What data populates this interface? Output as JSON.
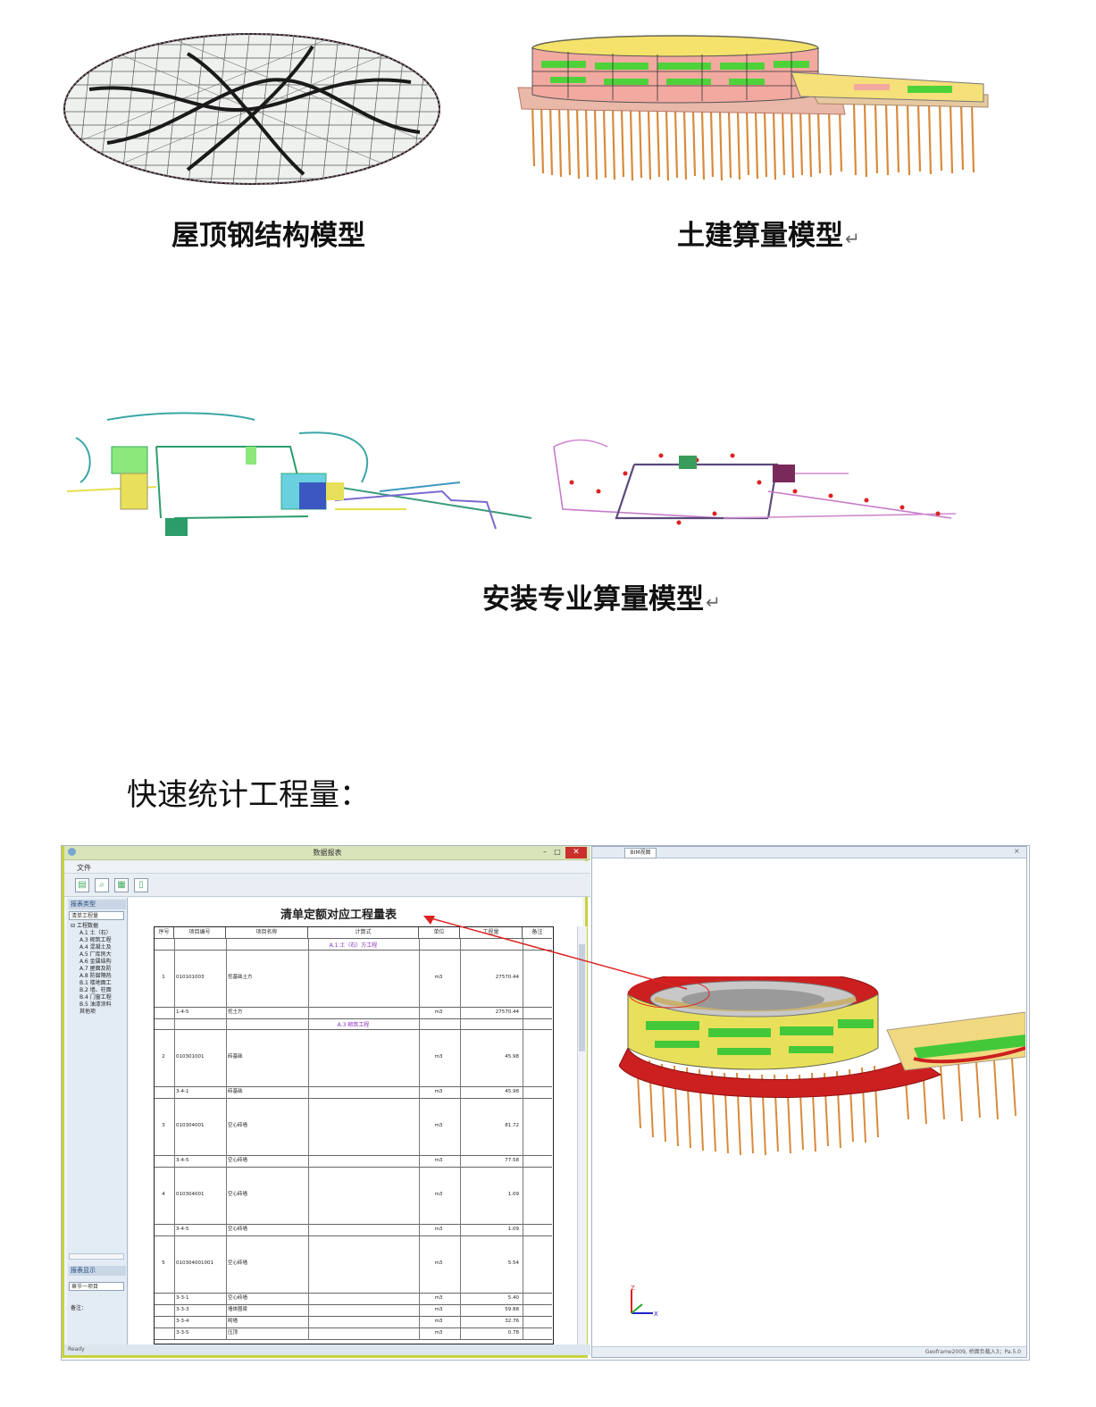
{
  "captions": {
    "roof_steel": "屋顶钢结构模型",
    "civil": "土建算量模型",
    "install": "安装专业算量模型"
  },
  "heading": "快速统计工程量：",
  "screenshot": {
    "window_title": "数据报表",
    "menu": {
      "file": "文件"
    },
    "buttons": {
      "minimize": "–",
      "maximize": "□",
      "close": "✕"
    },
    "sidebar": {
      "section1": "报表类型",
      "section1_select": "清单工程量",
      "tree_root": "工程数据",
      "tree_items": [
        "A.1 土（石）",
        "A.3 砌筑工程",
        "A.4 混凝土及",
        "A.5 厂库房大",
        "A.6 金属结构",
        "A.7 屋面及防",
        "A.8 防腐隔热",
        "B.1 楼地面工",
        "B.2 墙、柱面",
        "B.4 门窗工程",
        "B.5 油漆涂料",
        "其他项"
      ],
      "section2": "报表显示",
      "section2_select": "章节一项目",
      "note_label": "备注："
    },
    "report": {
      "title": "清单定额对应工程量表",
      "headers": [
        "序号",
        "项目编号",
        "项目名称",
        "计算式",
        "单位",
        "工程量",
        "备注"
      ],
      "sections": [
        "A.1 土（石）方工程",
        "A.3 砌筑工程"
      ],
      "rows": [
        {
          "seq": "1",
          "code": "010101003",
          "name": "挖基础土方",
          "unit": "m3",
          "qty": "27570.44"
        },
        {
          "seq": "",
          "code": "1-4-5",
          "name": "挖土方",
          "unit": "m3",
          "qty": "27570.44"
        },
        {
          "seq": "2",
          "code": "010301001",
          "name": "砖基础",
          "unit": "m3",
          "qty": "45.98"
        },
        {
          "seq": "",
          "code": "3-4-1",
          "name": "砖基础",
          "unit": "m3",
          "qty": "45.98"
        },
        {
          "seq": "3",
          "code": "010304001",
          "name": "空心砖墙",
          "unit": "m3",
          "qty": "81.72"
        },
        {
          "seq": "",
          "code": "3-4-5",
          "name": "空心砖墙",
          "unit": "m3",
          "qty": "77.58"
        },
        {
          "seq": "4",
          "code": "010304001",
          "name": "空心砖墙",
          "unit": "m3",
          "qty": "1.09"
        },
        {
          "seq": "",
          "code": "3-4-5",
          "name": "空心砖墙",
          "unit": "m3",
          "qty": "1.09"
        },
        {
          "seq": "5",
          "code": "010304001001",
          "name": "空心砖墙",
          "unit": "m3",
          "qty": "5.54"
        },
        {
          "seq": "",
          "code": "3-3-1",
          "name": "空心砖墙",
          "unit": "m3",
          "qty": "5.40"
        },
        {
          "seq": "",
          "code": "3-3-3",
          "name": "墙体圈梁",
          "unit": "m3",
          "qty": "59.88"
        },
        {
          "seq": "",
          "code": "3-3-4",
          "name": "砌墙",
          "unit": "m3",
          "qty": "32.76"
        },
        {
          "seq": "",
          "code": "3-3-5",
          "name": "压顶",
          "unit": "m3",
          "qty": "0.78"
        }
      ]
    },
    "status_left": "Ready",
    "view_tab": "BIM视图",
    "right_status": "Geoframe2009, 桥面负载入3；Pa.5.0",
    "axis": {
      "x": "X",
      "z": "Z"
    }
  },
  "colors": {
    "accent_green": "#c8d23c",
    "model_red": "#cc1f1f",
    "model_green": "#43c83a",
    "model_yellow": "#e8e05a",
    "pile_orange": "#d98a3c",
    "arrow_red": "#d22"
  }
}
